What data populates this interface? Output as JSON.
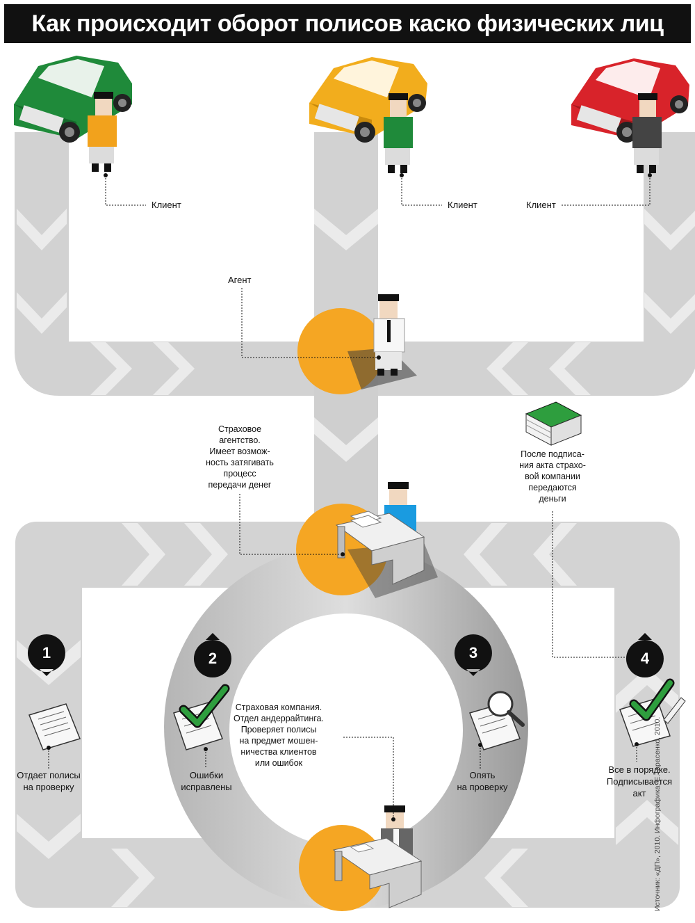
{
  "title": "Как происходит оборот полисов каско физических лиц",
  "clients": [
    {
      "label": "Клиент",
      "car_color": "#1f8a3a",
      "jacket_color": "#f2a21c"
    },
    {
      "label": "Клиент",
      "car_color": "#f2ad1d",
      "jacket_color": "#1f8a3a"
    },
    {
      "label": "Клиент",
      "car_color": "#d8232a",
      "jacket_color": "#444444"
    }
  ],
  "agent": {
    "label": "Агент"
  },
  "agency": {
    "note": [
      "Страховое",
      "агентство.",
      "Имеет возмож-",
      "ность затягивать",
      "процесс",
      "передачи денег"
    ]
  },
  "money": {
    "note": [
      "После подписа-",
      "ния акта страхо-",
      "вой компании",
      "передаются",
      "деньги"
    ]
  },
  "company": {
    "note": [
      "Страховая компания.",
      "Отдел андеррайтинга.",
      "Проверяет полисы",
      "на предмет мошен-",
      "ничества клиентов",
      "или ошибок"
    ]
  },
  "steps": [
    {
      "number": "1",
      "label": [
        "Отдает полисы",
        "на проверку"
      ]
    },
    {
      "number": "2",
      "label": [
        "Ошибки",
        "исправлены"
      ]
    },
    {
      "number": "3",
      "label": [
        "Опять",
        "на проверку"
      ]
    },
    {
      "number": "4",
      "label": [
        "Все в порядке.",
        "Подписывается",
        "акт"
      ]
    }
  ],
  "source": "Источник: «ДП», 2010. Инфографика: Е.Тарасенко, 2010.",
  "colors": {
    "road": "#d2d2d2",
    "road_dark": "#b8b8b8",
    "chevron": "#ebebeb",
    "disc": "#f5a623",
    "badge": "#111111",
    "check": "#2e9e3e"
  }
}
